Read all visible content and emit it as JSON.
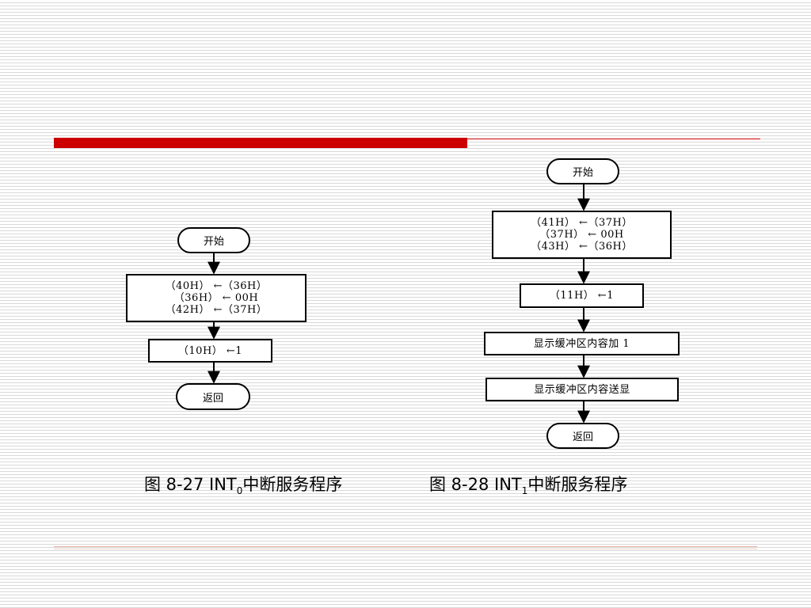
{
  "left_flowchart": {
    "start_label": "开始",
    "box1_lines": [
      "（40H） ←（36H）",
      "（36H） ← 00H",
      "（42H） ←（37H）"
    ],
    "box2_label": "（10H） ←1",
    "end_label": "返回"
  },
  "right_flowchart": {
    "start_label": "开始",
    "box1_lines": [
      "（41H） ←（37H）",
      "（37H） ← 00H",
      "（43H） ←（36H）"
    ],
    "box2_label": "（11H） ←1",
    "box3_label": "显示缓冲区内容加 1",
    "box4_label": "显示缓冲区内容送显",
    "end_label": "返回"
  },
  "captions": {
    "left": {
      "prefix": "图 8-27  INT",
      "subscript": "0",
      "suffix": "中断服务程序"
    },
    "right": {
      "prefix": "图 8-28  INT",
      "subscript": "1",
      "suffix": "中断服务程序"
    }
  },
  "colors": {
    "accent_bar": "#cc0000",
    "stroke": "#000000"
  }
}
